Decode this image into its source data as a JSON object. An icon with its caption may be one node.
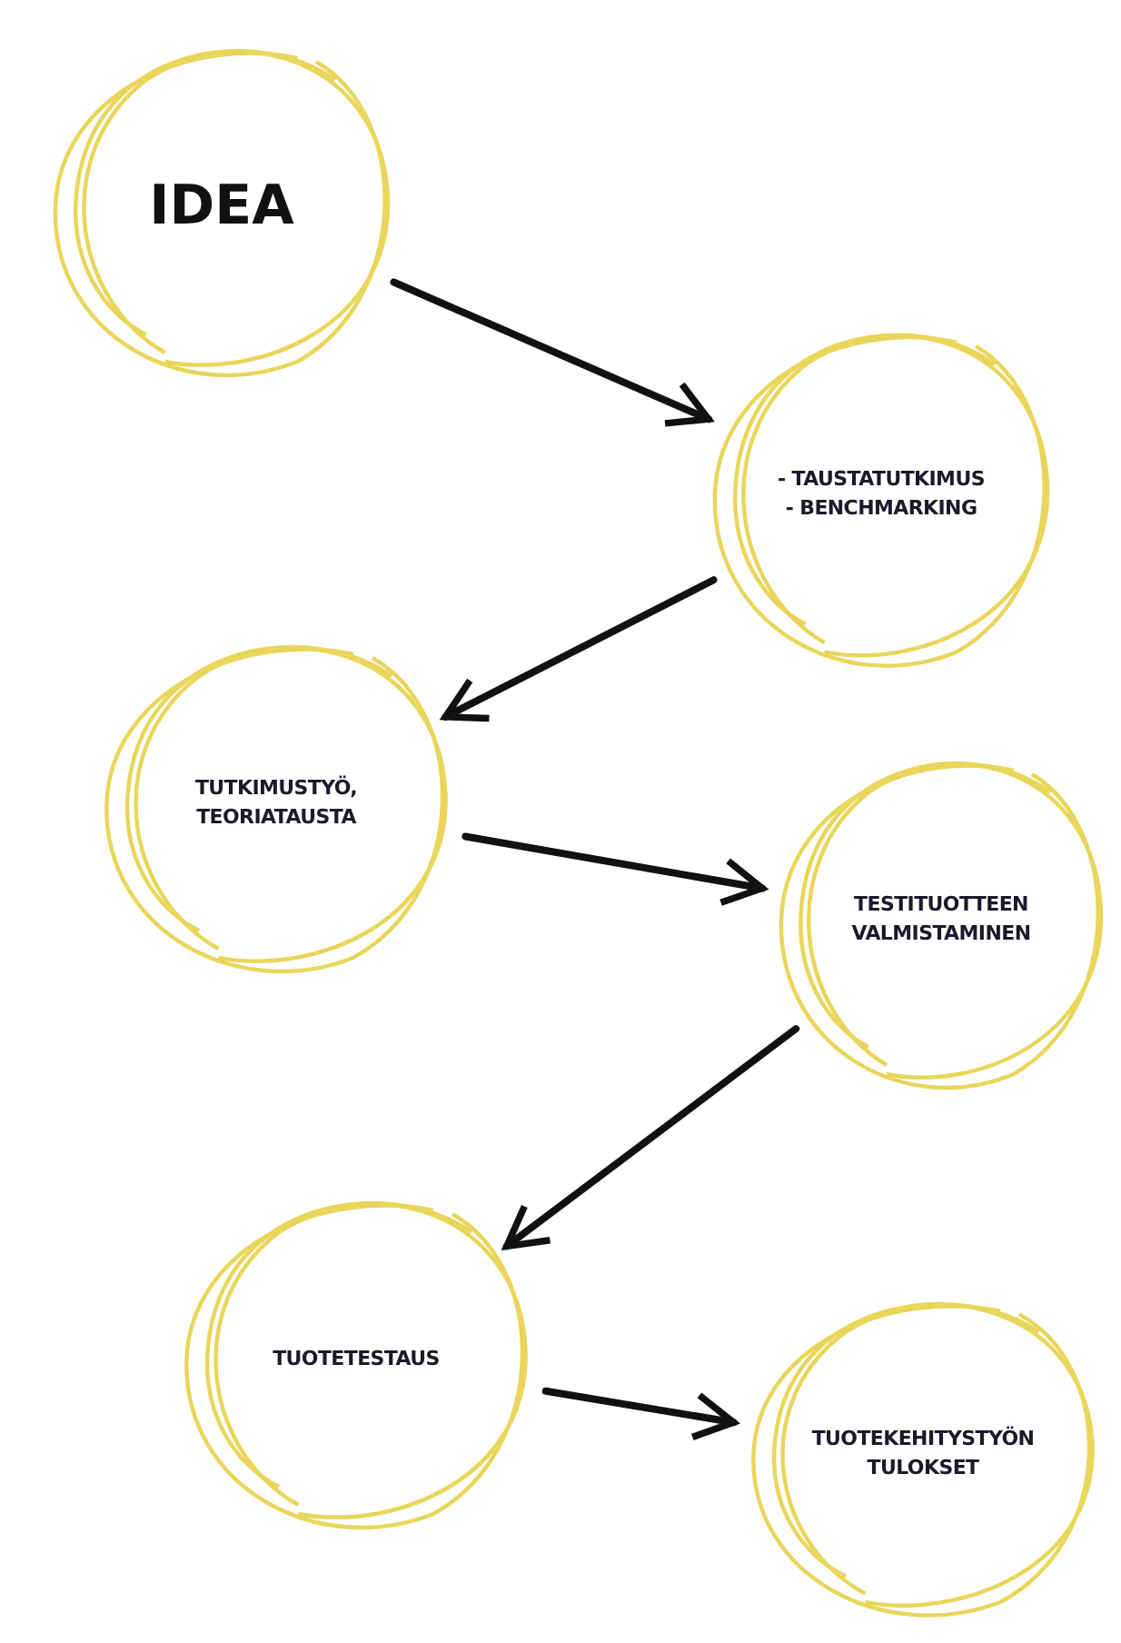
{
  "diagram": {
    "nodes": [
      {
        "text": [
          "IDEA"
        ]
      },
      {
        "text": [
          "- TAUSTATUTKIMUS",
          "- BENCHMARKING"
        ]
      },
      {
        "text": [
          "TUTKIMUSTYÖ, TEORIATAUSTA"
        ]
      },
      {
        "text": [
          "TESTITUOTTEEN VALMISTAMINEN"
        ]
      },
      {
        "text": [
          "TUOTETESTAUS"
        ]
      },
      {
        "text": [
          "TUOTEKEHITYSTYÖN TULOKSET"
        ]
      }
    ],
    "edges": [
      {
        "from": 0,
        "to": 1,
        "arrow": "to"
      },
      {
        "from": 1,
        "to": 2,
        "arrow": "to"
      },
      {
        "from": 2,
        "to": 3,
        "arrow": "to"
      },
      {
        "from": 3,
        "to": 4,
        "arrow": "to"
      },
      {
        "from": 4,
        "to": 5,
        "arrow": "to"
      }
    ]
  }
}
